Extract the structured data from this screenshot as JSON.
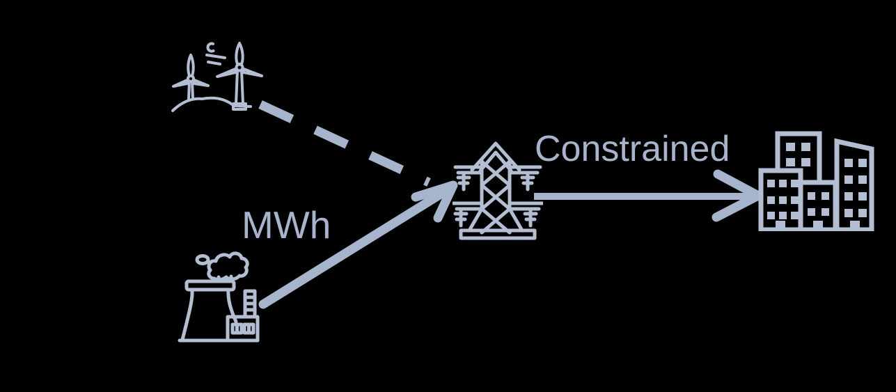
{
  "colors": {
    "background": "#000000",
    "accent": "#a6b5cc",
    "icon": "#b3bed2"
  },
  "nodes": {
    "wind_farm": {
      "icon": "wind-turbines-icon"
    },
    "power_plant": {
      "icon": "power-plant-icon"
    },
    "transmission_tower": {
      "icon": "transmission-tower-icon"
    },
    "city": {
      "icon": "city-buildings-icon"
    }
  },
  "edges": {
    "wind_to_tower": {
      "style": "dashed",
      "label": ""
    },
    "plant_to_tower": {
      "style": "solid",
      "label": "MWh"
    },
    "tower_to_city": {
      "style": "solid",
      "label": "Constrained"
    }
  }
}
